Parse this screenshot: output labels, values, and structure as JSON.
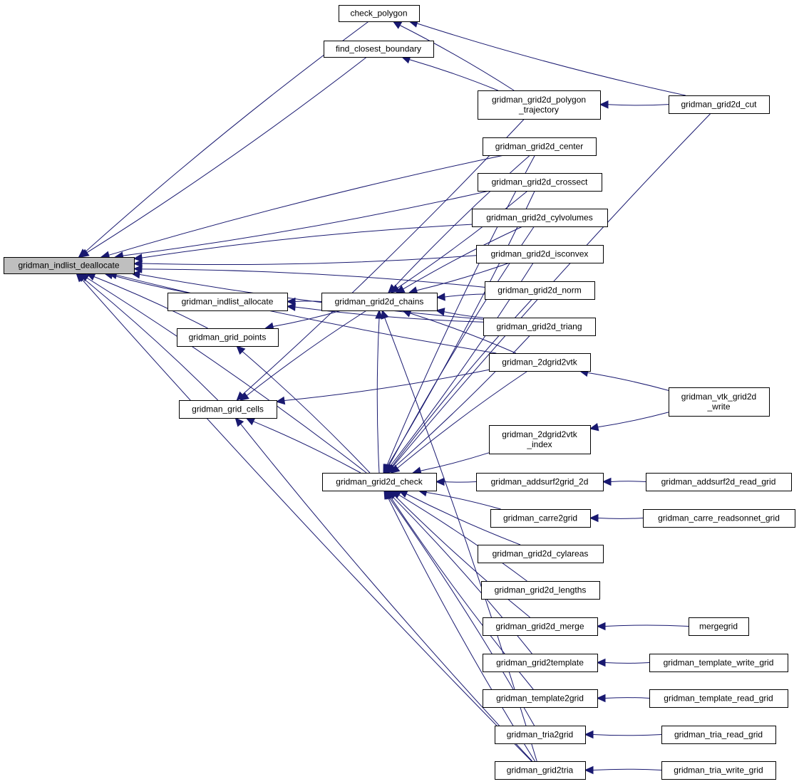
{
  "graph": {
    "nodes": [
      {
        "id": "root",
        "lines": [
          "gridman_indlist_deallocate"
        ],
        "root": true
      },
      {
        "id": "check_polygon",
        "lines": [
          "check_polygon"
        ]
      },
      {
        "id": "find_closest_boundary",
        "lines": [
          "find_closest_boundary"
        ]
      },
      {
        "id": "polygon_trajectory",
        "lines": [
          "gridman_grid2d_polygon",
          "_trajectory"
        ]
      },
      {
        "id": "grid2d_cut",
        "lines": [
          "gridman_grid2d_cut"
        ]
      },
      {
        "id": "grid2d_center",
        "lines": [
          "gridman_grid2d_center"
        ]
      },
      {
        "id": "grid2d_crossect",
        "lines": [
          "gridman_grid2d_crossect"
        ]
      },
      {
        "id": "grid2d_cylvolumes",
        "lines": [
          "gridman_grid2d_cylvolumes"
        ]
      },
      {
        "id": "grid2d_isconvex",
        "lines": [
          "gridman_grid2d_isconvex"
        ]
      },
      {
        "id": "indlist_allocate",
        "lines": [
          "gridman_indlist_allocate"
        ]
      },
      {
        "id": "grid2d_chains",
        "lines": [
          "gridman_grid2d_chains"
        ]
      },
      {
        "id": "grid2d_norm",
        "lines": [
          "gridman_grid2d_norm"
        ]
      },
      {
        "id": "grid_points",
        "lines": [
          "gridman_grid_points"
        ]
      },
      {
        "id": "grid2d_triang",
        "lines": [
          "gridman_grid2d_triang"
        ]
      },
      {
        "id": "2dgrid2vtk",
        "lines": [
          "gridman_2dgrid2vtk"
        ]
      },
      {
        "id": "grid_cells",
        "lines": [
          "gridman_grid_cells"
        ]
      },
      {
        "id": "vtk_grid2d_write",
        "lines": [
          "gridman_vtk_grid2d",
          "_write"
        ]
      },
      {
        "id": "2dgrid2vtk_index",
        "lines": [
          "gridman_2dgrid2vtk",
          "_index"
        ]
      },
      {
        "id": "grid2d_check",
        "lines": [
          "gridman_grid2d_check"
        ]
      },
      {
        "id": "addsurf2grid_2d",
        "lines": [
          "gridman_addsurf2grid_2d"
        ]
      },
      {
        "id": "addsurf2d_read_grid",
        "lines": [
          "gridman_addsurf2d_read_grid"
        ]
      },
      {
        "id": "carre2grid",
        "lines": [
          "gridman_carre2grid"
        ]
      },
      {
        "id": "carre_readsonnet_grid",
        "lines": [
          "gridman_carre_readsonnet_grid"
        ]
      },
      {
        "id": "grid2d_cylareas",
        "lines": [
          "gridman_grid2d_cylareas"
        ]
      },
      {
        "id": "grid2d_lengths",
        "lines": [
          "gridman_grid2d_lengths"
        ]
      },
      {
        "id": "grid2d_merge",
        "lines": [
          "gridman_grid2d_merge"
        ]
      },
      {
        "id": "mergegrid",
        "lines": [
          "mergegrid"
        ]
      },
      {
        "id": "grid2template",
        "lines": [
          "gridman_grid2template"
        ]
      },
      {
        "id": "template_write_grid",
        "lines": [
          "gridman_template_write_grid"
        ]
      },
      {
        "id": "template2grid",
        "lines": [
          "gridman_template2grid"
        ]
      },
      {
        "id": "template_read_grid",
        "lines": [
          "gridman_template_read_grid"
        ]
      },
      {
        "id": "tria2grid",
        "lines": [
          "gridman_tria2grid"
        ]
      },
      {
        "id": "tria_read_grid",
        "lines": [
          "gridman_tria_read_grid"
        ]
      },
      {
        "id": "grid2tria",
        "lines": [
          "gridman_grid2tria"
        ]
      },
      {
        "id": "tria_write_grid",
        "lines": [
          "gridman_tria_write_grid"
        ]
      }
    ],
    "edges": [
      {
        "from": "check_polygon",
        "to": "root"
      },
      {
        "from": "find_closest_boundary",
        "to": "root"
      },
      {
        "from": "grid2d_center",
        "to": "root"
      },
      {
        "from": "grid2d_crossect",
        "to": "root"
      },
      {
        "from": "grid2d_cylvolumes",
        "to": "root"
      },
      {
        "from": "grid2d_isconvex",
        "to": "root"
      },
      {
        "from": "grid2d_norm",
        "to": "root"
      },
      {
        "from": "indlist_allocate",
        "to": "root"
      },
      {
        "from": "grid_points",
        "to": "root"
      },
      {
        "from": "grid2d_triang",
        "to": "root"
      },
      {
        "from": "grid_cells",
        "to": "root"
      },
      {
        "from": "2dgrid2vtk",
        "to": "root"
      },
      {
        "from": "grid2d_check",
        "to": "root"
      },
      {
        "from": "grid2tria",
        "to": "root"
      },
      {
        "from": "polygon_trajectory",
        "to": "check_polygon"
      },
      {
        "from": "grid2d_cut",
        "to": "check_polygon"
      },
      {
        "from": "polygon_trajectory",
        "to": "find_closest_boundary"
      },
      {
        "from": "grid2d_cut",
        "to": "polygon_trajectory"
      },
      {
        "from": "grid2d_chains",
        "to": "indlist_allocate"
      },
      {
        "from": "grid2d_triang",
        "to": "indlist_allocate"
      },
      {
        "from": "grid2d_center",
        "to": "grid2d_chains"
      },
      {
        "from": "grid2d_crossect",
        "to": "grid2d_chains"
      },
      {
        "from": "grid2d_cylvolumes",
        "to": "grid2d_chains"
      },
      {
        "from": "grid2d_isconvex",
        "to": "grid2d_chains"
      },
      {
        "from": "grid2d_norm",
        "to": "grid2d_chains"
      },
      {
        "from": "grid2d_triang",
        "to": "grid2d_chains"
      },
      {
        "from": "2dgrid2vtk",
        "to": "grid2d_chains"
      },
      {
        "from": "grid2d_check",
        "to": "grid2d_chains"
      },
      {
        "from": "grid2tria",
        "to": "grid2d_chains"
      },
      {
        "from": "grid2d_chains",
        "to": "grid_points"
      },
      {
        "from": "grid2d_check",
        "to": "grid_points"
      },
      {
        "from": "polygon_trajectory",
        "to": "grid_cells"
      },
      {
        "from": "grid2d_chains",
        "to": "grid_cells"
      },
      {
        "from": "2dgrid2vtk",
        "to": "grid_cells"
      },
      {
        "from": "grid2d_check",
        "to": "grid_cells"
      },
      {
        "from": "grid2tria",
        "to": "grid_cells"
      },
      {
        "from": "vtk_grid2d_write",
        "to": "2dgrid2vtk"
      },
      {
        "from": "vtk_grid2d_write",
        "to": "2dgrid2vtk_index"
      },
      {
        "from": "grid2d_center",
        "to": "grid2d_check"
      },
      {
        "from": "grid2d_crossect",
        "to": "grid2d_check"
      },
      {
        "from": "grid2d_cylvolumes",
        "to": "grid2d_check"
      },
      {
        "from": "grid2d_isconvex",
        "to": "grid2d_check"
      },
      {
        "from": "grid2d_norm",
        "to": "grid2d_check"
      },
      {
        "from": "grid2d_triang",
        "to": "grid2d_check"
      },
      {
        "from": "2dgrid2vtk",
        "to": "grid2d_check"
      },
      {
        "from": "2dgrid2vtk_index",
        "to": "grid2d_check"
      },
      {
        "from": "grid2d_cut",
        "to": "grid2d_check"
      },
      {
        "from": "addsurf2grid_2d",
        "to": "grid2d_check"
      },
      {
        "from": "carre2grid",
        "to": "grid2d_check"
      },
      {
        "from": "grid2d_cylareas",
        "to": "grid2d_check"
      },
      {
        "from": "grid2d_lengths",
        "to": "grid2d_check"
      },
      {
        "from": "grid2d_merge",
        "to": "grid2d_check"
      },
      {
        "from": "grid2template",
        "to": "grid2d_check"
      },
      {
        "from": "template2grid",
        "to": "grid2d_check"
      },
      {
        "from": "tria2grid",
        "to": "grid2d_check"
      },
      {
        "from": "grid2tria",
        "to": "grid2d_check"
      },
      {
        "from": "addsurf2d_read_grid",
        "to": "addsurf2grid_2d"
      },
      {
        "from": "carre_readsonnet_grid",
        "to": "carre2grid"
      },
      {
        "from": "mergegrid",
        "to": "grid2d_merge"
      },
      {
        "from": "template_write_grid",
        "to": "grid2template"
      },
      {
        "from": "template_read_grid",
        "to": "template2grid"
      },
      {
        "from": "tria_read_grid",
        "to": "tria2grid"
      },
      {
        "from": "tria_write_grid",
        "to": "grid2tria"
      }
    ]
  }
}
